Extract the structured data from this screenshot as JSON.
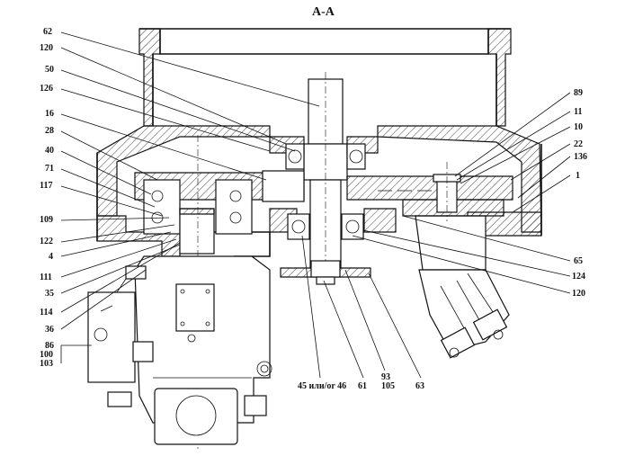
{
  "section_title": "А-А",
  "callouts_left": [
    "62",
    "120",
    "50",
    "126",
    "16",
    "28",
    "40",
    "71",
    "117",
    "109",
    "122",
    "4",
    "111",
    "35",
    "114",
    "36",
    "86",
    "100",
    "103"
  ],
  "callouts_right": [
    "89",
    "11",
    "10",
    "22",
    "136",
    "1",
    "65",
    "124",
    "120"
  ],
  "callouts_bottom": [
    "45 или/or 46",
    "61",
    "93",
    "105",
    "63"
  ]
}
